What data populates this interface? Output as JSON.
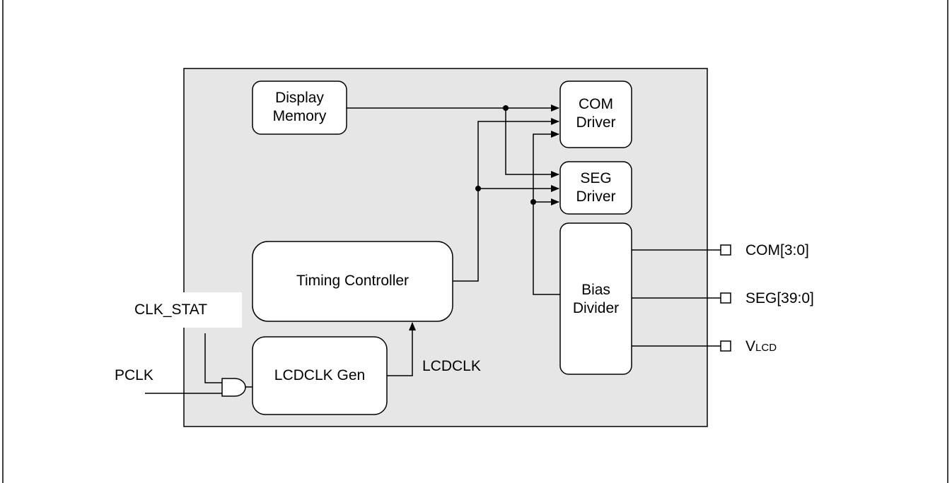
{
  "diagram": {
    "blocks": {
      "display_memory": [
        "Display",
        "Memory"
      ],
      "com_driver": [
        "COM",
        "Driver"
      ],
      "seg_driver": [
        "SEG",
        "Driver"
      ],
      "bias_divider": [
        "Bias",
        "Divider"
      ],
      "timing_controller": "Timing Controller",
      "lcdclk_gen": "LCDCLK Gen"
    },
    "signals": {
      "clk_stat": "CLK_STAT",
      "pclk": "PCLK",
      "lcdclk": "LCDCLK"
    },
    "pins": {
      "com": "COM[3:0]",
      "seg": "SEG[39:0]",
      "vlcd_main": "V",
      "vlcd_sub": "LCD"
    }
  }
}
